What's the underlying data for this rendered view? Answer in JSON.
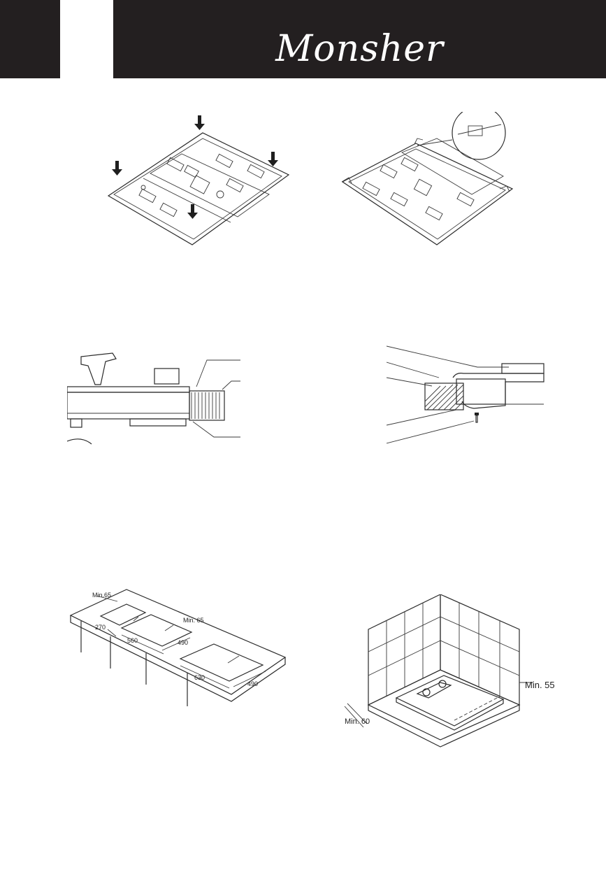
{
  "header": {
    "brand": "Monsher"
  },
  "figures": {
    "cutout_layout": {
      "labels": {
        "min_a": "Min.65",
        "min_b": "Min. 65",
        "d270": "270",
        "d560": "560",
        "d490a": "490",
        "d630": "630",
        "d490b": "490"
      }
    },
    "corner_clearance": {
      "labels": {
        "min_side": "Min. 55",
        "min_front": "Min. 60"
      }
    }
  },
  "colors": {
    "header_bg": "#231f20",
    "page_bg": "#ffffff",
    "line": "#2a2a2a"
  }
}
